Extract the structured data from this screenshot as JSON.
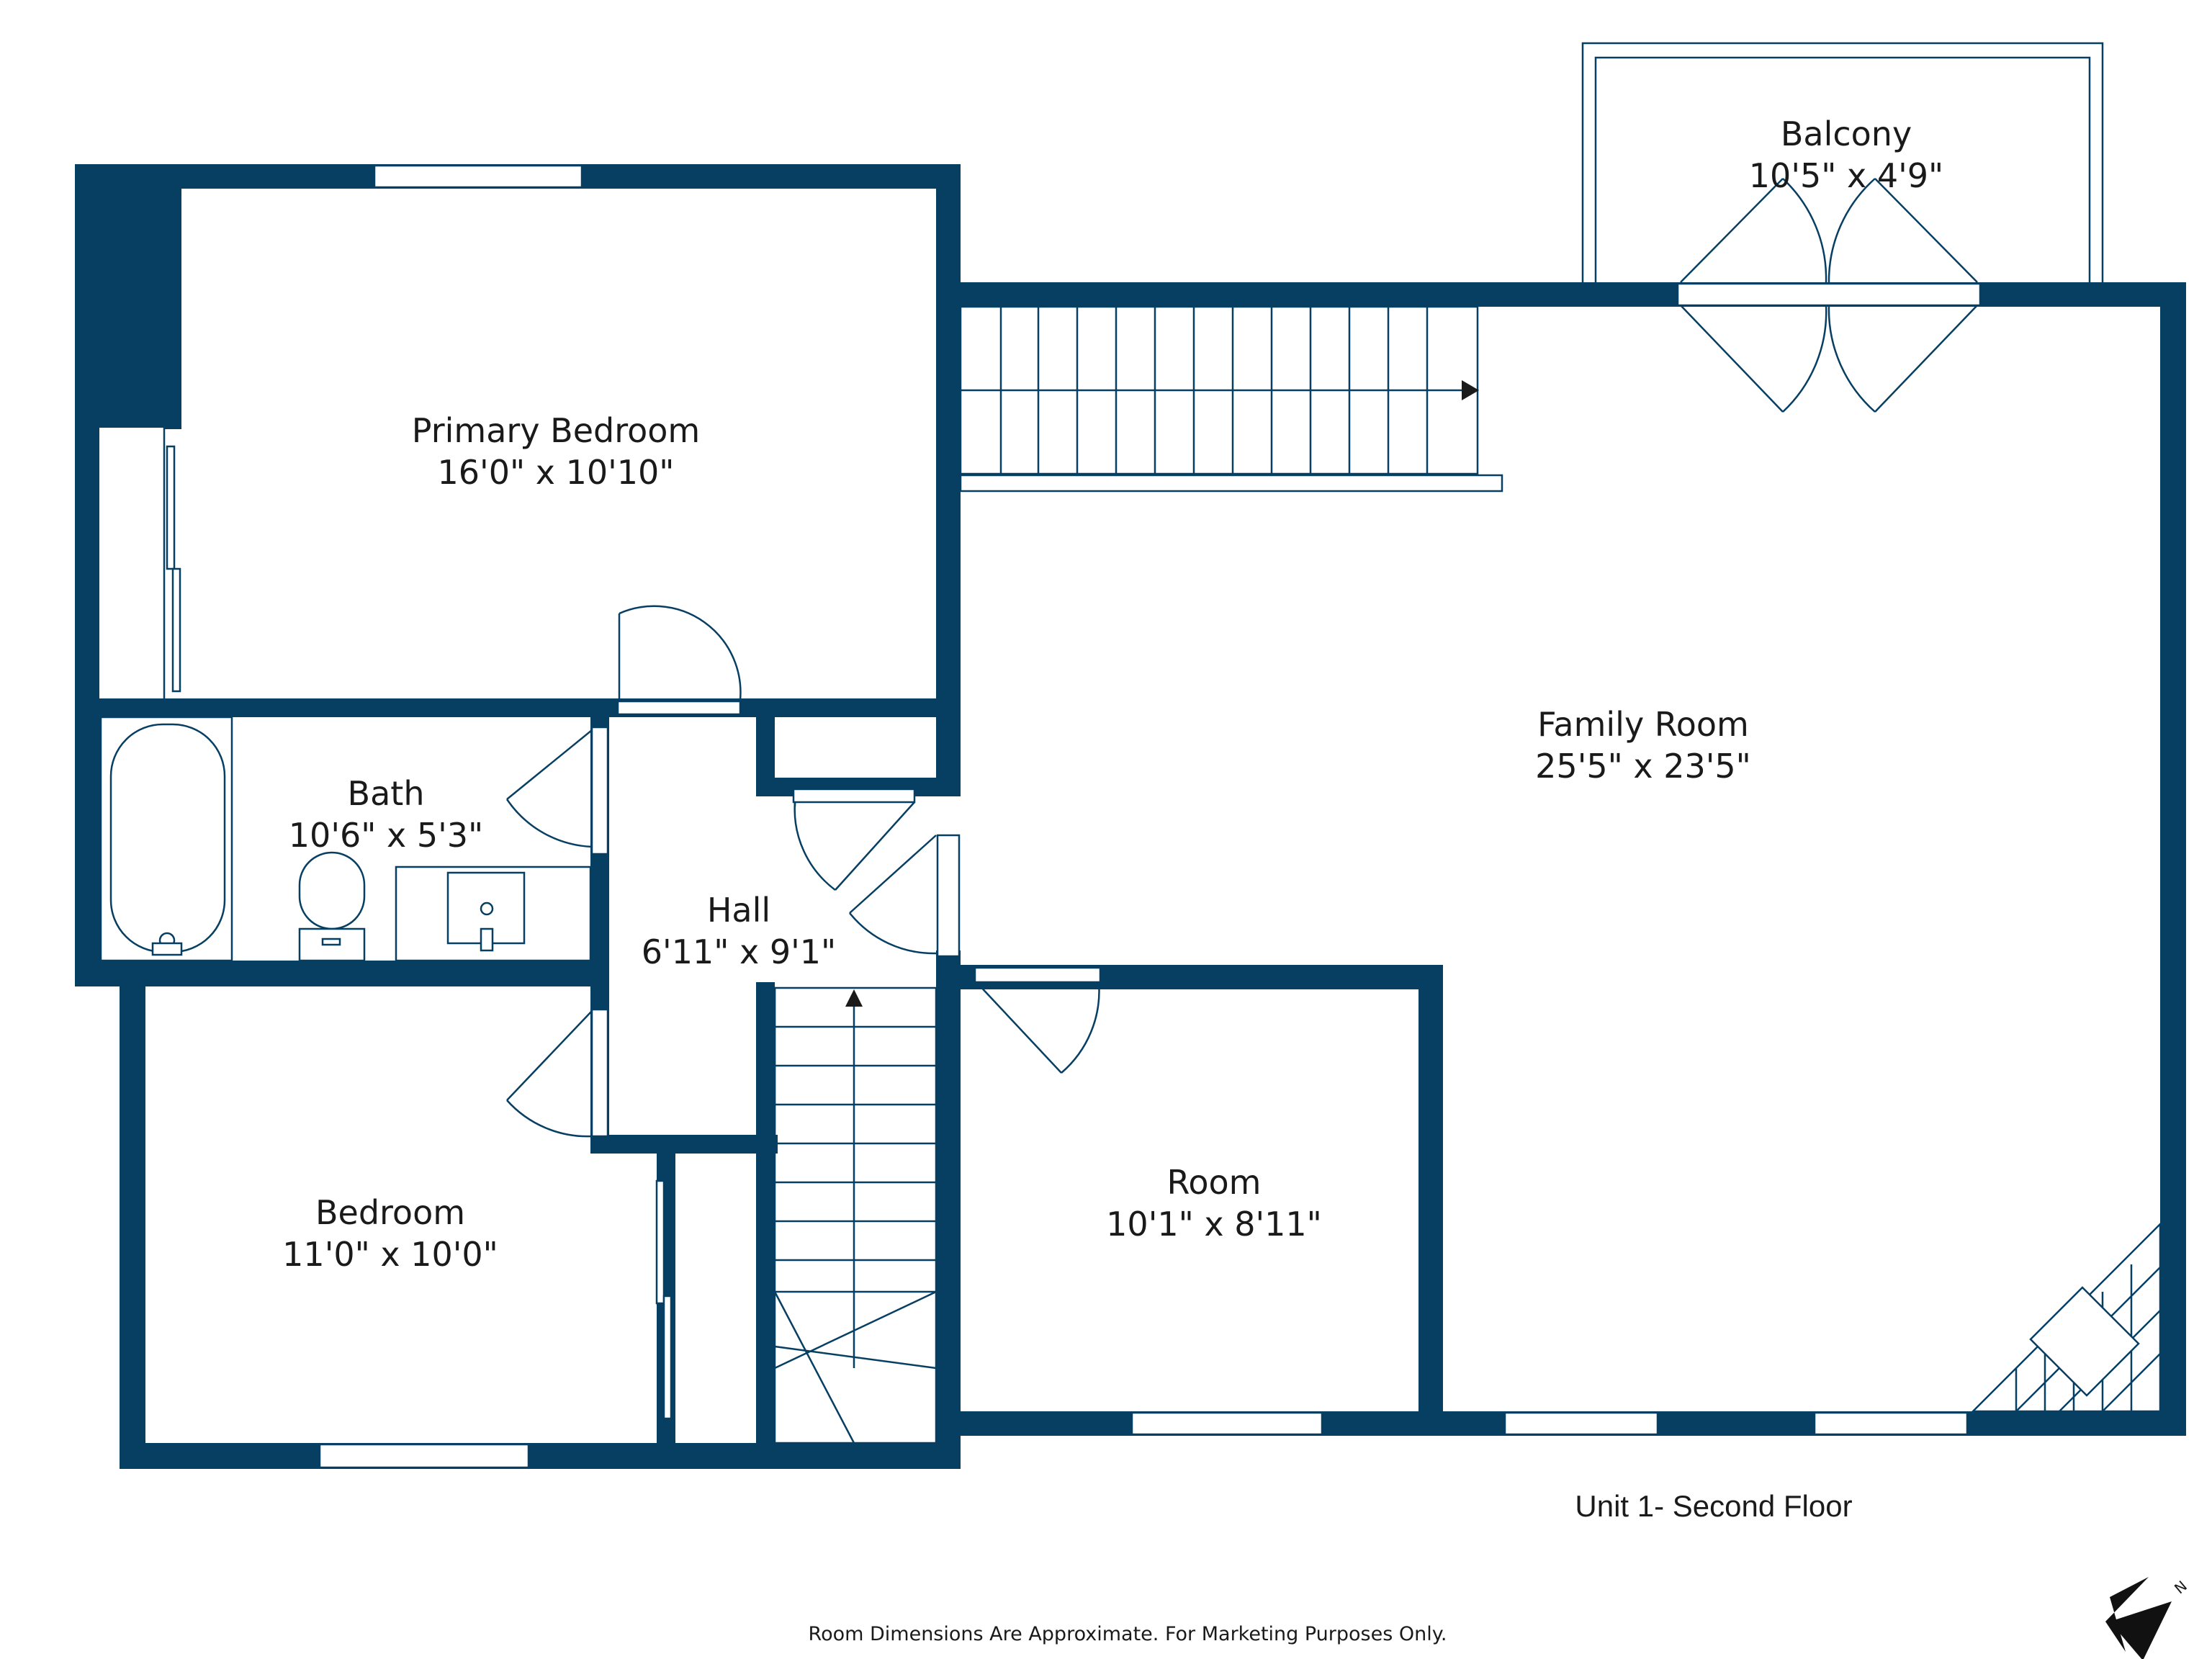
{
  "floor_label": "Unit 1- Second Floor",
  "disclaimer": "Room Dimensions Are Approximate. For Marketing Purposes Only.",
  "compass_letter": "N",
  "colors": {
    "wall": "#073f63",
    "background": "#ffffff",
    "text": "#1a1a1a"
  },
  "rooms": [
    {
      "name": "Primary Bedroom",
      "dimensions": "16'0\" x 10'10\""
    },
    {
      "name": "Bath",
      "dimensions": "10'6\" x 5'3\""
    },
    {
      "name": "Hall",
      "dimensions": "6'11\" x 9'1\""
    },
    {
      "name": "Bedroom",
      "dimensions": "11'0\" x 10'0\""
    },
    {
      "name": "Room",
      "dimensions": "10'1\" x 8'11\""
    },
    {
      "name": "Family Room",
      "dimensions": "25'5\" x 23'5\""
    },
    {
      "name": "Balcony",
      "dimensions": "10'5\" x 4'9\""
    }
  ]
}
